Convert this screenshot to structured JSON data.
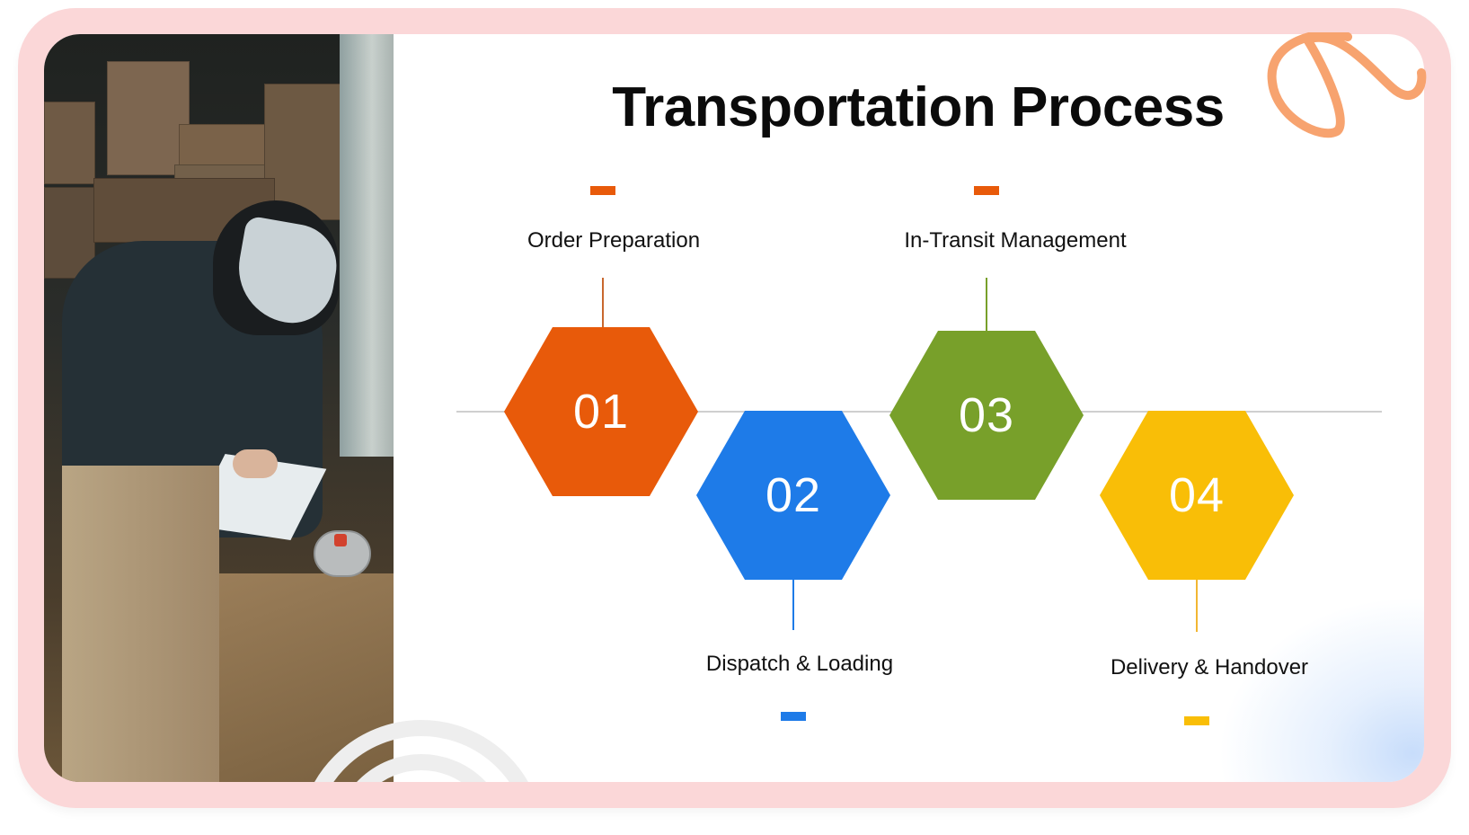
{
  "title": "Transportation Process",
  "colors": {
    "frame": "#FBD7D8",
    "orange": "#E85A0A",
    "blue": "#1E7BE8",
    "green": "#78A02A",
    "yellow": "#F9BE07",
    "squiggle": "#F7A36F",
    "line": "#CFCFCF"
  },
  "photo": {
    "description": "Worker in cap writing on clipboard among cardboard boxes in a delivery van"
  },
  "steps": [
    {
      "number": "01",
      "label": "Order Preparation",
      "color": "#E85A0A",
      "position": "top",
      "dash_color": "#E85A0A"
    },
    {
      "number": "02",
      "label": "Dispatch & Loading",
      "color": "#1E7BE8",
      "position": "bottom",
      "dash_color": "#1E7BE8"
    },
    {
      "number": "03",
      "label": "In-Transit Management",
      "color": "#78A02A",
      "position": "top",
      "dash_color": "#E85A0A"
    },
    {
      "number": "04",
      "label": "Delivery & Handover",
      "color": "#F9BE07",
      "position": "bottom",
      "dash_color": "#F9BE07"
    }
  ]
}
